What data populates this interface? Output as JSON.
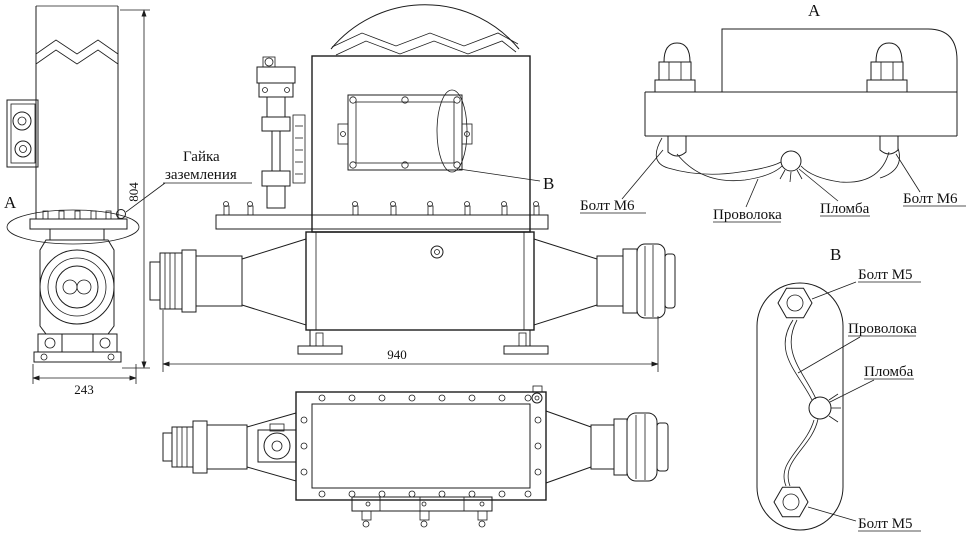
{
  "drawing": {
    "view_markers": {
      "a_on_left_view": "А",
      "b_on_main_view": "В",
      "detail_a_title": "А",
      "detail_b_title": "В"
    },
    "callouts": {
      "grounding_nut_line1": "Гайка",
      "grounding_nut_line2": "заземления",
      "detail_a": {
        "bolt_left": "Болт М6",
        "wire": "Проволока",
        "seal": "Пломба",
        "bolt_right": "Болт М6"
      },
      "detail_b": {
        "bolt_top": "Болт М5",
        "wire": "Проволока",
        "seal": "Пломба",
        "bolt_bottom": "Болт М5"
      }
    },
    "dimensions": {
      "overall_height_mm": "804",
      "base_width_mm": "243",
      "overall_length_mm": "940"
    }
  }
}
